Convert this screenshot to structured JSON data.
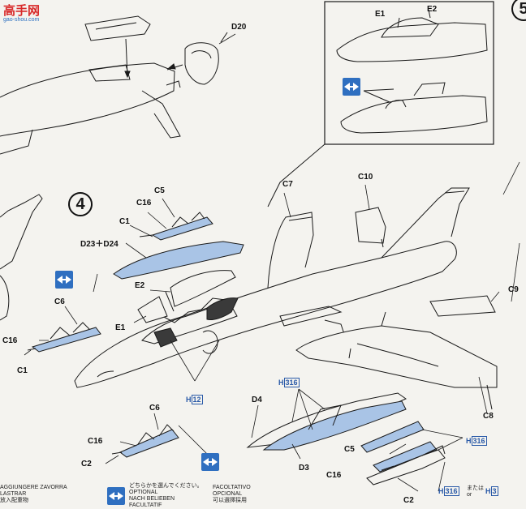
{
  "watermark": {
    "title": "高手网",
    "url": "gao-shou.com"
  },
  "steps": {
    "step4": "4",
    "step5": "5"
  },
  "labels": {
    "d20": "D20",
    "e1_inset": "E1",
    "e2_inset": "E2",
    "c5_top": "C5",
    "c16_top": "C16",
    "c1_top": "C1",
    "d23": "D23＋D24",
    "e2": "E2",
    "e1": "E1",
    "c7": "C7",
    "c10": "C10",
    "c9": "C9",
    "c6_left": "C6",
    "c16_left": "C16",
    "c1_left": "C1",
    "d4": "D4",
    "d3": "D3",
    "c8": "C8",
    "c6_bot": "C6",
    "c16_bot": "C16",
    "c2_bot": "C2",
    "c5_right": "C5",
    "c16_right": "C16",
    "c2_right": "C2"
  },
  "part_refs": {
    "h12_prefix": "H",
    "h12_num": "12",
    "h316a_prefix": "H",
    "h316a_num": "316",
    "h316b_prefix": "H",
    "h316b_num": "316",
    "h316c_prefix": "H",
    "h316c_num": "316",
    "or_jp": "または",
    "or_en": "or",
    "h3_prefix": "H",
    "h3_num": "3"
  },
  "legend": {
    "ballast": [
      "AGGIUNGERE ZAVORRA",
      "LASTRAR",
      "放入配重物"
    ],
    "optional_jp": "どちらかを選んでください。",
    "optional": [
      "OPTIONAL",
      "NACH BELIEBEN",
      "FACULTATIF"
    ],
    "optional_it": [
      "FACOLTATIVO",
      "OPCIONAL",
      "可以選擇採用"
    ]
  },
  "icons": {
    "optional_icon": "double-arrow-optional-icon",
    "step_marker": "circled-number"
  },
  "colors": {
    "part_fill": "#a9c4e6",
    "line": "#1a1a1a",
    "blue_text": "#2a5aa8",
    "icon_blue": "#2f6fc0",
    "dark_part": "#3a3a3a",
    "watermark_red": "#d82a2a"
  }
}
